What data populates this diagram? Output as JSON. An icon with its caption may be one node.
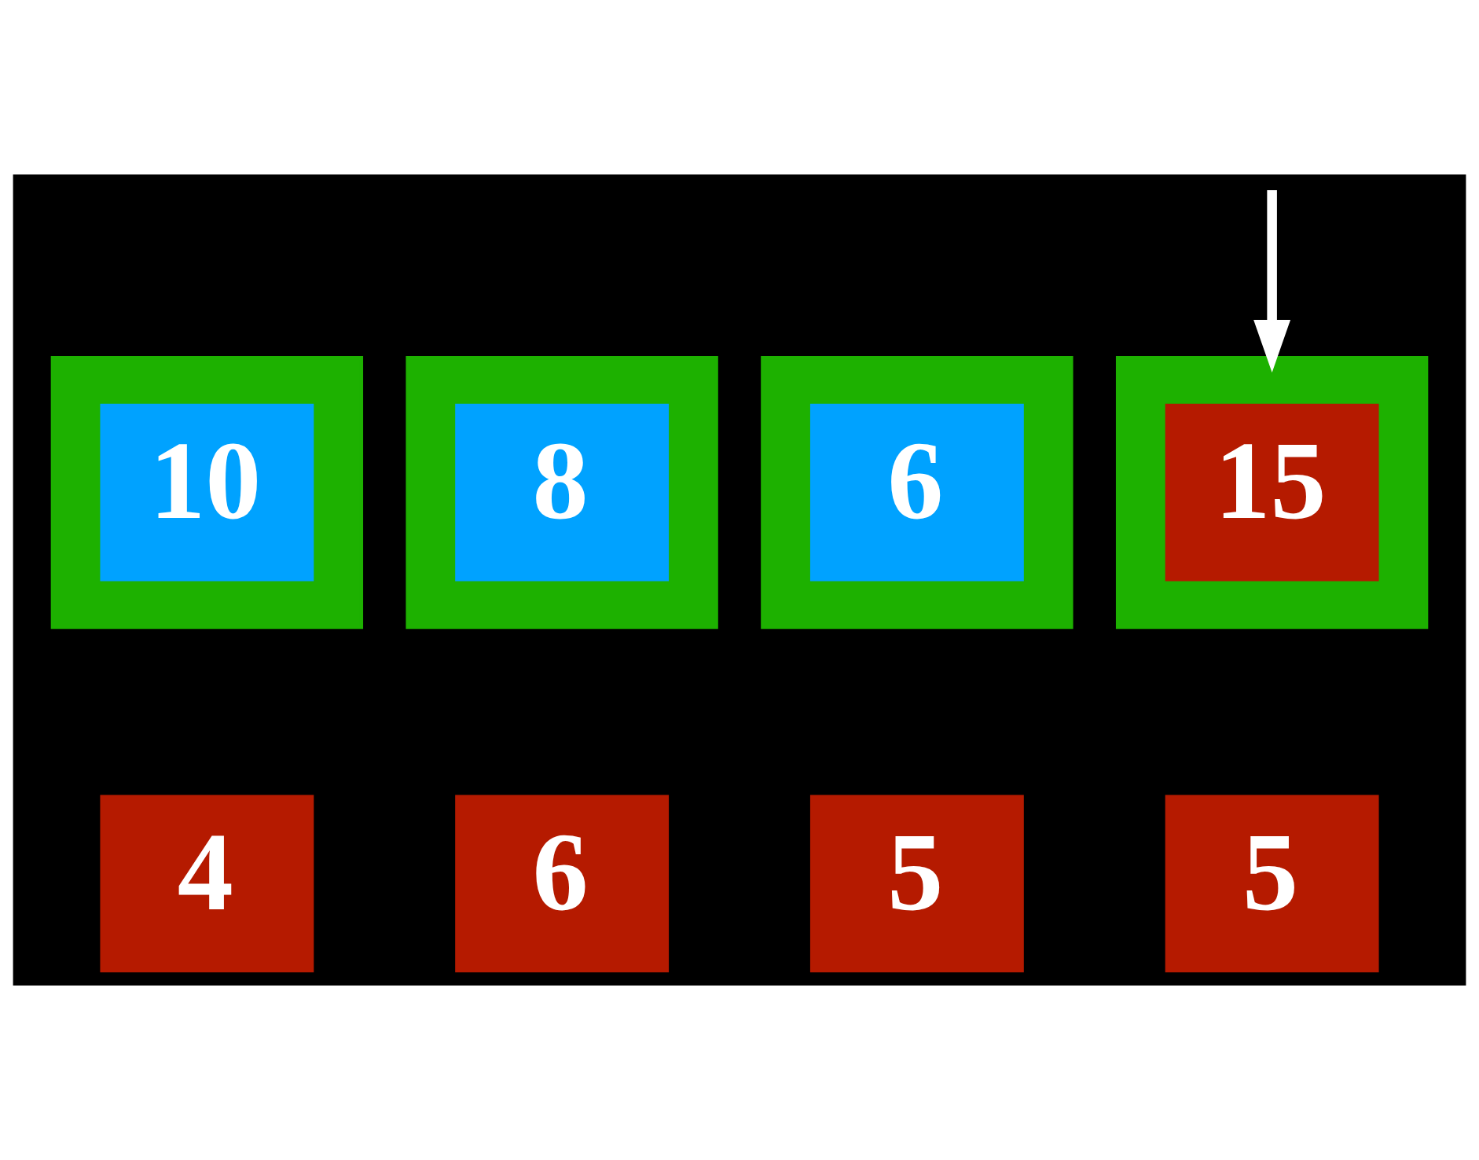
{
  "diagram": {
    "nodes": [
      {
        "text": [],
        "shape": "box"
      },
      {
        "text": [
          "10"
        ],
        "in": 0
      },
      {
        "text": [],
        "shape": "box"
      },
      {
        "text": [
          "8"
        ],
        "in": 2
      },
      {
        "text": [],
        "shape": "box"
      },
      {
        "text": [
          "6"
        ],
        "in": 4
      },
      {
        "text": [],
        "shape": "box"
      },
      {
        "text": [
          "15"
        ],
        "in": 6
      },
      {
        "text": [
          "4"
        ]
      },
      {
        "text": [
          "6"
        ]
      },
      {
        "text": [
          "5"
        ]
      },
      {
        "text": [
          "5"
        ]
      }
    ],
    "edges": [
      {
        "from": null,
        "to": 6,
        "arrow": "to"
      }
    ]
  }
}
